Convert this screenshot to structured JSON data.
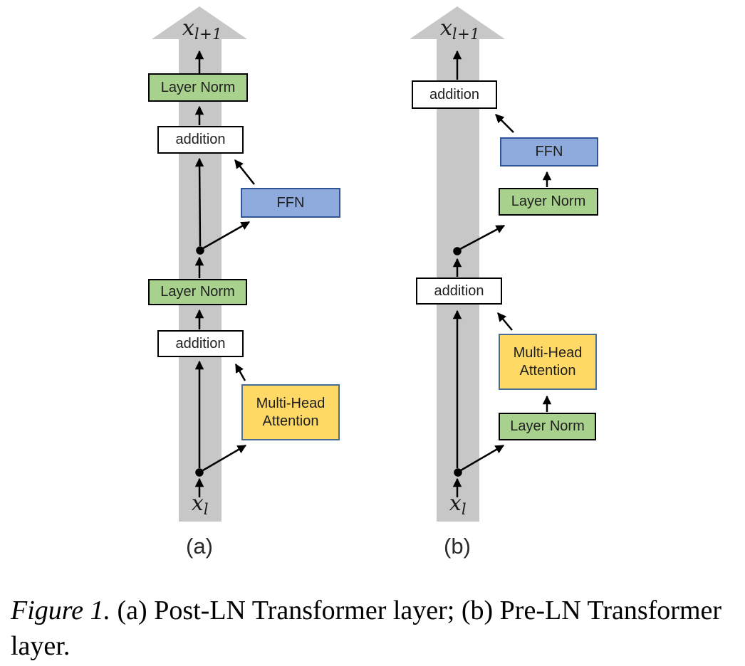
{
  "colors": {
    "residual_band_gray": "#c7c7c7",
    "layer_norm_fill": "#a9d18e",
    "layer_norm_border": "#000000",
    "addition_fill": "#ffffff",
    "addition_border": "#000000",
    "ffn_fill": "#8faadc",
    "ffn_border": "#2f5597",
    "attention_fill": "#ffd966",
    "attention_border": "#4a6d96",
    "arrow_color": "#000000"
  },
  "panel_a": {
    "label": "(a)",
    "output_var": "x",
    "output_sub": "l+1",
    "input_var": "x",
    "input_sub": "l",
    "boxes": {
      "layer_norm_top": "Layer Norm",
      "addition_top": "addition",
      "ffn": "FFN",
      "layer_norm_mid": "Layer Norm",
      "addition_bottom": "addition",
      "attention": "Multi-Head Attention"
    }
  },
  "panel_b": {
    "label": "(b)",
    "output_var": "x",
    "output_sub": "l+1",
    "input_var": "x",
    "input_sub": "l",
    "boxes": {
      "addition_top": "addition",
      "ffn": "FFN",
      "layer_norm_upper": "Layer Norm",
      "addition_mid": "addition",
      "attention": "Multi-Head Attention",
      "layer_norm_lower": "Layer Norm"
    }
  },
  "caption": {
    "figure_label": "Figure 1.",
    "text": "(a) Post-LN Transformer layer; (b) Pre-LN Transformer layer."
  }
}
